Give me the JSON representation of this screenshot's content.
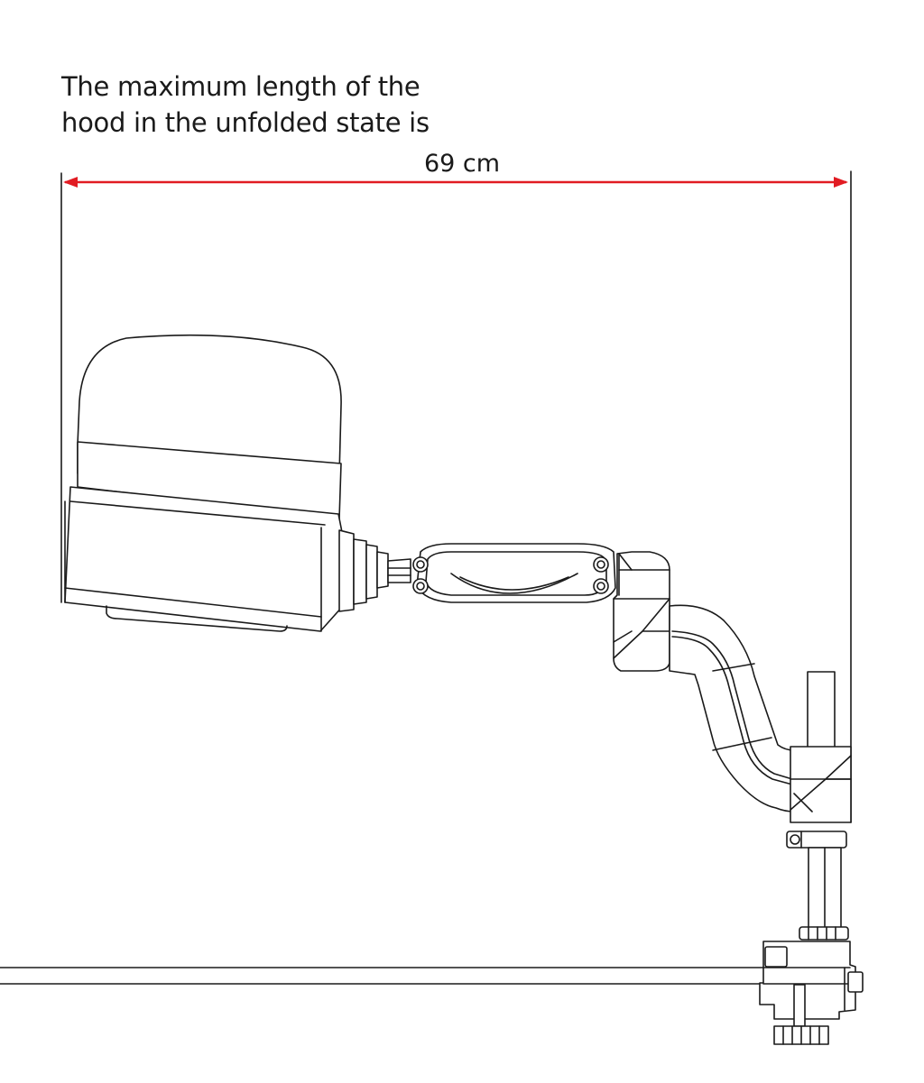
{
  "caption": {
    "line1": "The maximum length of the",
    "line2": "hood in the unfolded state is"
  },
  "dimension": {
    "label": "69 cm",
    "color": "#e11b22"
  },
  "line_color": "#1a1a1a"
}
